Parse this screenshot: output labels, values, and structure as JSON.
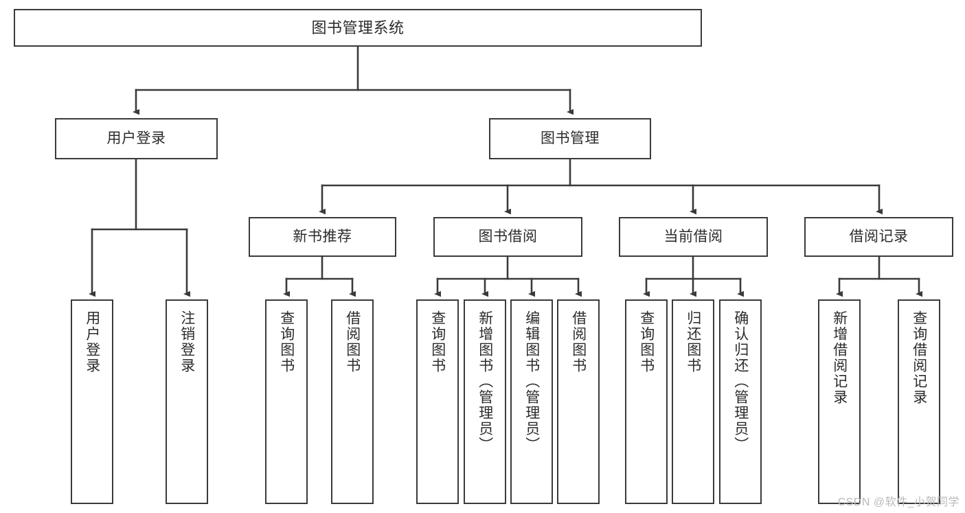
{
  "diagram": {
    "type": "tree-hierarchy",
    "title": "图书管理系统",
    "watermark": "CSDN @软件_小贺同学",
    "colors": {
      "box_border": "#3a3a3a",
      "box_fill": "#ffffff",
      "connector": "#3a3a3a",
      "text": "#2b2b2b",
      "watermark": "#b9b9b9",
      "background": "#ffffff"
    },
    "nodes": {
      "root": {
        "label": "图书管理系统"
      },
      "level1": [
        {
          "id": "user-login",
          "label": "用户登录"
        },
        {
          "id": "book-manage",
          "label": "图书管理"
        }
      ],
      "level2": [
        {
          "id": "new-book-recommend",
          "label": "新书推荐"
        },
        {
          "id": "book-borrow",
          "label": "图书借阅"
        },
        {
          "id": "current-borrow",
          "label": "当前借阅"
        },
        {
          "id": "borrow-record",
          "label": "借阅记录"
        }
      ],
      "leaves": {
        "user_login": [
          {
            "id": "leaf-user-login",
            "label": "用户登录"
          },
          {
            "id": "leaf-logout-login",
            "label": "注销登录"
          }
        ],
        "new_book_recommend": [
          {
            "id": "leaf-query-book-1",
            "label": "查询图书"
          },
          {
            "id": "leaf-borrow-book-1",
            "label": "借阅图书"
          }
        ],
        "book_borrow": [
          {
            "id": "leaf-query-book-2",
            "label": "查询图书"
          },
          {
            "id": "leaf-add-book",
            "label": "新增图书（管理员）"
          },
          {
            "id": "leaf-edit-book",
            "label": "编辑图书（管理员）"
          },
          {
            "id": "leaf-borrow-book-2",
            "label": "借阅图书"
          }
        ],
        "current_borrow": [
          {
            "id": "leaf-query-book-3",
            "label": "查询图书"
          },
          {
            "id": "leaf-return-book",
            "label": "归还图书"
          },
          {
            "id": "leaf-confirm-return",
            "label": "确认归还（管理员）"
          }
        ],
        "borrow_record": [
          {
            "id": "leaf-add-record",
            "label": "新增借阅记录"
          },
          {
            "id": "leaf-query-record",
            "label": "查询借阅记录"
          }
        ]
      }
    }
  }
}
